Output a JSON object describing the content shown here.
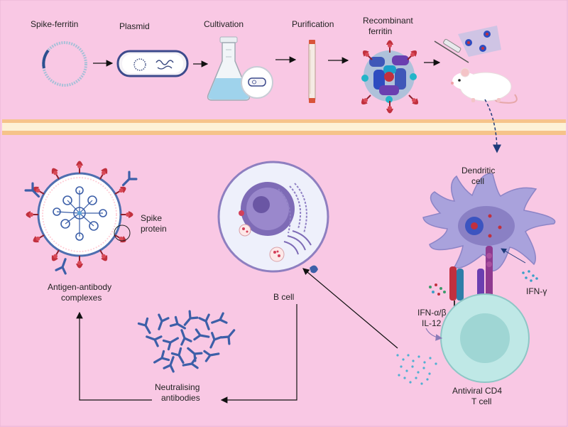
{
  "steps": {
    "spike_ferritin": "Spike-ferritin",
    "plasmid": "Plasmid",
    "cultivation": "Cultivation",
    "purification": "Purification",
    "recombinant_1": "Recombinant",
    "recombinant_2": "ferritin"
  },
  "labels": {
    "dendritic_1": "Dendritic",
    "dendritic_2": "cell",
    "spike_1": "Spike",
    "spike_2": "protein",
    "complexes_1": "Antigen-antibody",
    "complexes_2": "complexes",
    "b_cell": "B cell",
    "ifn_ab": "IFN-α/β",
    "il12": "IL-12",
    "ifn_g": "IFN-γ",
    "neutral_1": "Neutralising",
    "neutral_2": "antibodies",
    "cd4_1": "Antiviral CD4",
    "cd4_2": "T cell"
  },
  "colors": {
    "background": "#f9c8e4",
    "band_outer": "#f6c38a",
    "band_inner": "#fdf1d6",
    "antibody": "#3d5fa8",
    "spike": "#b52a36",
    "cell_purple": "#a9a2dc",
    "tcell": "#bfe8e6"
  }
}
